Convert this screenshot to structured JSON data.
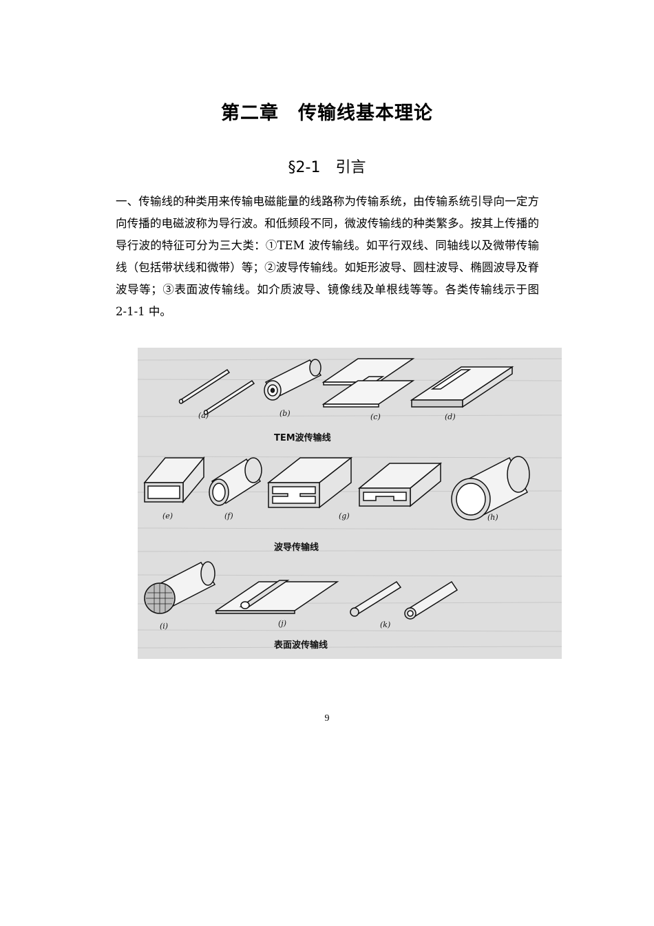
{
  "chapter": {
    "title": "第二章　传输线基本理论"
  },
  "section": {
    "title": "§2-1　引言"
  },
  "body": {
    "paragraph": "一、传输线的种类用来传输电磁能量的线路称为传输系统，由传输系统引导向一定方向传播的电磁波称为导行波。和低频段不同，微波传输线的种类繁多。按其上传播的导行波的特征可分为三大类：①TEM 波传输线。如平行双线、同轴线以及微带传输线（包括带状线和微带）等；②波导传输线。如矩形波导、圆柱波导、椭圆波导及脊波导等；③表面波传输线。如介质波导、镜像线及单根线等等。各类传输线示于图 2-1-1 中。"
  },
  "figure": {
    "labels": {
      "a": "(a)",
      "b": "(b)",
      "c": "(c)",
      "d": "(d)",
      "e": "(e)",
      "f": "(f)",
      "g": "(g)",
      "h": "(h)",
      "i": "(i)",
      "j": "(j)",
      "k": "(k)"
    },
    "captions": {
      "tem": "TEM波传输线",
      "waveguide": "波导传输线",
      "surface": "表面波传输线"
    }
  },
  "page": {
    "number": "9"
  }
}
